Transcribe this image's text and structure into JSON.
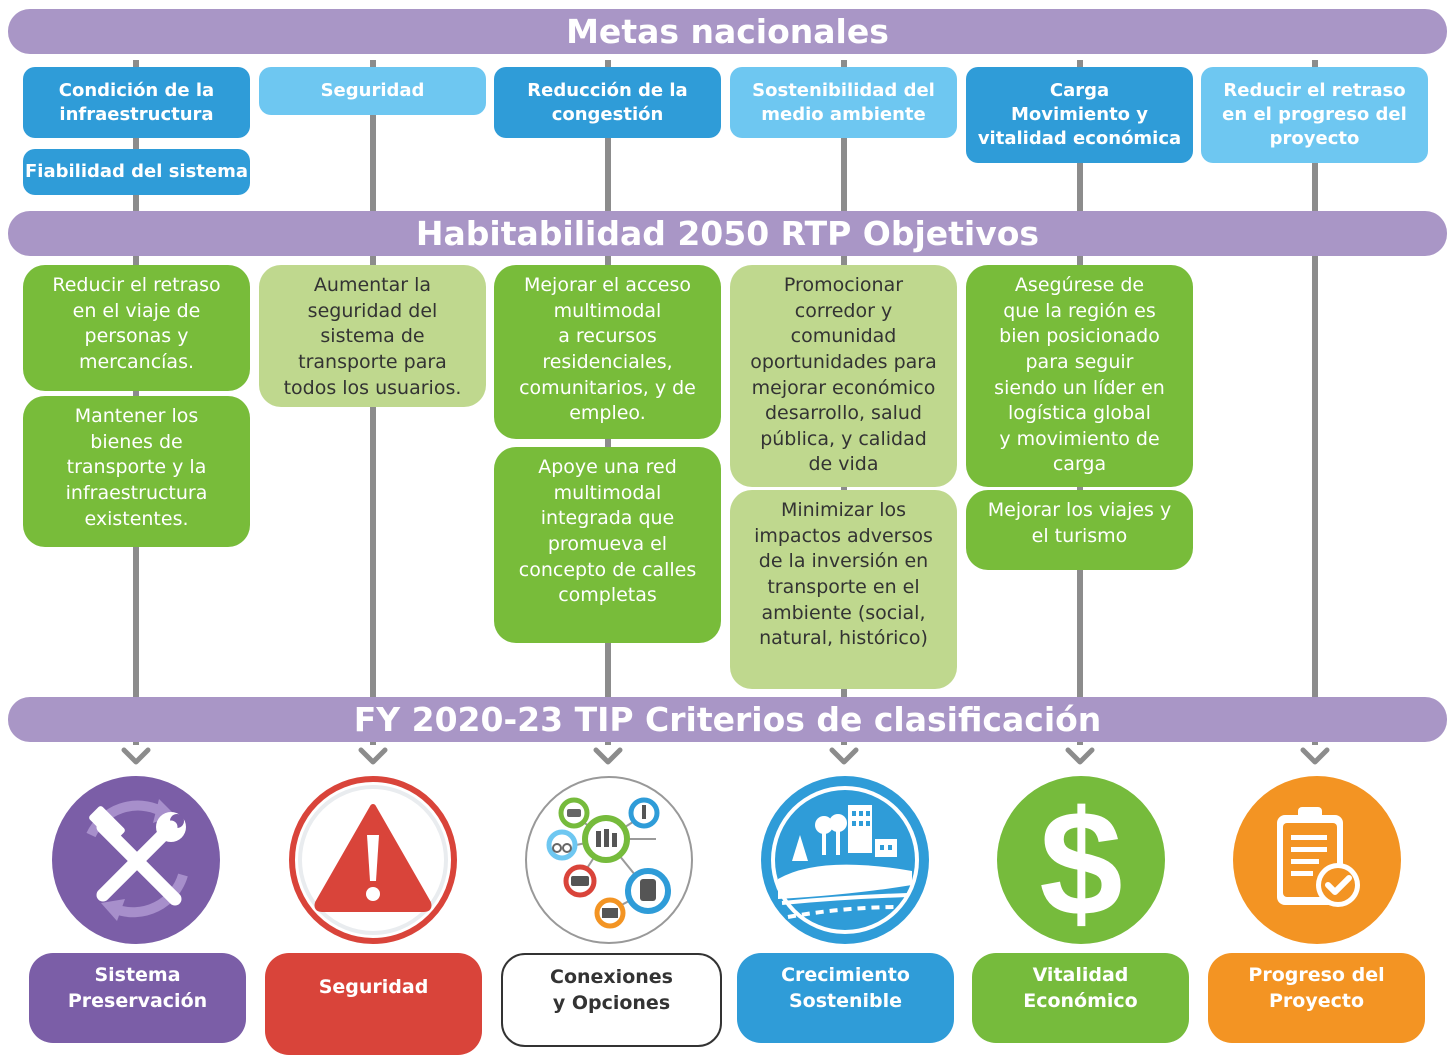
{
  "bands": {
    "national": "Metas nacionales",
    "rtp": "Habitabilidad 2050 RTP Objetivos",
    "tip": "FY 2020-23 TIP Criterios de clasificación"
  },
  "national_goals": [
    "Condición de la\ninfraestructura",
    "Fiabilidad del sistema",
    "Seguridad",
    "Reducción de la\ncongestión",
    "Sostenibilidad del\nmedio ambiente",
    "Carga\nMovimiento y\nvitalidad económica",
    "Reducir el retraso\nen el progreso del\nproyecto"
  ],
  "objectives": [
    "Reducir el retraso\nen el viaje de\npersonas y\nmercancías.",
    "Mantener los\nbienes de\ntransporte y la\ninfraestructura\nexistentes.",
    "Aumentar la\nseguridad del\nsistema de\ntransporte para\ntodos los usuarios.",
    "Mejorar el acceso\nmultimodal\na recursos\nresidenciales,\ncomunitarios, y de\nempleo.",
    "Apoye una red\nmultimodal\nintegrada que\npromueva el\nconcepto de calles\ncompletas",
    "Promocionar\ncorredor y\ncomunidad\noportunidades para\nmejorar económico\ndesarrollo, salud\npública, y calidad\nde vida",
    "Minimizar los\nimpactos adversos\nde la inversión en\ntransporte en el\nambiente (social,\nnatural, histórico)",
    "Asegúrese de\nque la región es\nbien posicionado\npara seguir\nsiendo un líder en\nlogística global\ny movimiento de\ncarga",
    "Mejorar los viajes y\nel turismo"
  ],
  "criteria": [
    "Sistema\nPreservación",
    "Seguridad",
    "Conexiones\ny Opciones",
    "Crecimiento\nSostenible",
    "Vitalidad\nEconómico",
    "Progreso del\nProyecto"
  ],
  "colors": {
    "band": "#a996c6",
    "goal_dark": "#2f9cd8",
    "goal_light": "#6ec7f1",
    "objective_bright": "#78bc3a",
    "objective_pale": "#bfd88e",
    "preservation": "#7b5ea7",
    "safety": "#d9443a",
    "connections": "#ffffff",
    "growth": "#2f9cd8",
    "vitality": "#76bb3c",
    "progress": "#f39423"
  },
  "icons": [
    "tools-icon",
    "warning-icon",
    "network-icon",
    "landscape-icon",
    "dollar-icon",
    "clipboard-check-icon"
  ]
}
